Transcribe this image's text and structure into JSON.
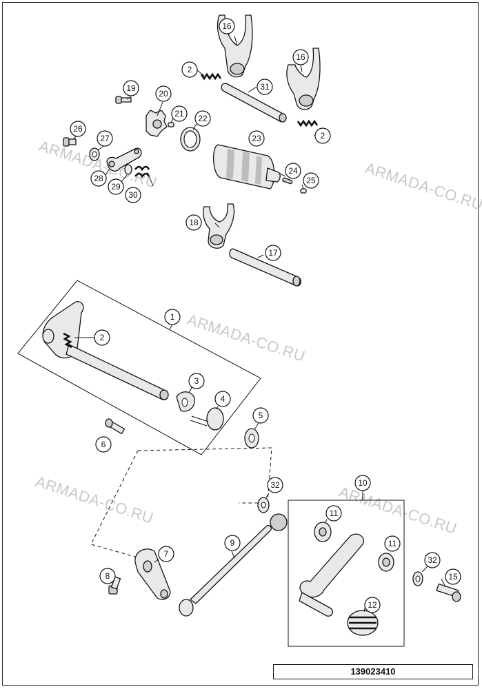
{
  "diagram": {
    "drawing_number": "139023410",
    "watermark": "ARMADA-CO.RU",
    "callouts": [
      {
        "id": "c16a",
        "label": "16"
      },
      {
        "id": "c2a",
        "label": "2"
      },
      {
        "id": "c31",
        "label": "31"
      },
      {
        "id": "c16b",
        "label": "16"
      },
      {
        "id": "c19",
        "label": "19"
      },
      {
        "id": "c20",
        "label": "20"
      },
      {
        "id": "c21",
        "label": "21"
      },
      {
        "id": "c22",
        "label": "22"
      },
      {
        "id": "c2b",
        "label": "2"
      },
      {
        "id": "c26",
        "label": "26"
      },
      {
        "id": "c27",
        "label": "27"
      },
      {
        "id": "c23",
        "label": "23"
      },
      {
        "id": "c24",
        "label": "24"
      },
      {
        "id": "c25",
        "label": "25"
      },
      {
        "id": "c28",
        "label": "28"
      },
      {
        "id": "c29",
        "label": "29"
      },
      {
        "id": "c30",
        "label": "30"
      },
      {
        "id": "c18",
        "label": "18"
      },
      {
        "id": "c17",
        "label": "17"
      },
      {
        "id": "c1",
        "label": "1"
      },
      {
        "id": "c2c",
        "label": "2"
      },
      {
        "id": "c3",
        "label": "3"
      },
      {
        "id": "c4",
        "label": "4"
      },
      {
        "id": "c5",
        "label": "5"
      },
      {
        "id": "c6",
        "label": "6"
      },
      {
        "id": "c10",
        "label": "10"
      },
      {
        "id": "c32a",
        "label": "32"
      },
      {
        "id": "c11a",
        "label": "11"
      },
      {
        "id": "c9",
        "label": "9"
      },
      {
        "id": "c11b",
        "label": "11"
      },
      {
        "id": "c7",
        "label": "7"
      },
      {
        "id": "c32b",
        "label": "32"
      },
      {
        "id": "c15",
        "label": "15"
      },
      {
        "id": "c8",
        "label": "8"
      },
      {
        "id": "c12",
        "label": "12"
      }
    ]
  }
}
